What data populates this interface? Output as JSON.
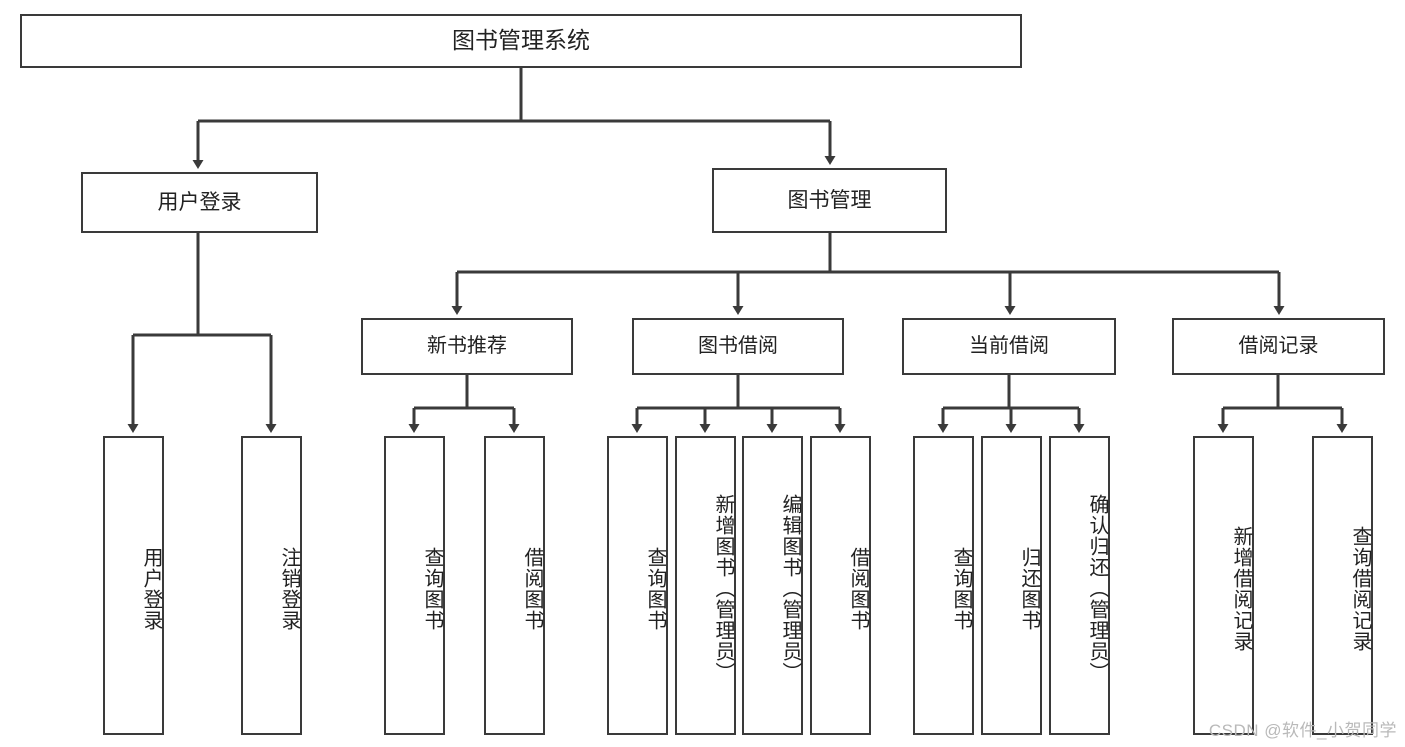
{
  "diagram": {
    "title": "图书管理系统",
    "type": "tree-hierarchy-chart",
    "root": {
      "id": "root",
      "label": "图书管理系统"
    },
    "level1": [
      {
        "id": "user-login",
        "label": "用户登录"
      },
      {
        "id": "book-management",
        "label": "图书管理"
      }
    ],
    "level2": [
      {
        "id": "new-book-recommend",
        "label": "新书推荐",
        "parent": "book-management"
      },
      {
        "id": "book-borrow",
        "label": "图书借阅",
        "parent": "book-management"
      },
      {
        "id": "current-borrow",
        "label": "当前借阅",
        "parent": "book-management"
      },
      {
        "id": "borrow-record",
        "label": "借阅记录",
        "parent": "book-management"
      }
    ],
    "leaves": [
      {
        "id": "leaf-user-login",
        "label": "用户登录",
        "parent": "user-login"
      },
      {
        "id": "leaf-logout-login",
        "label": "注销登录",
        "parent": "user-login"
      },
      {
        "id": "leaf-query-book-1",
        "label": "查询图书",
        "parent": "new-book-recommend"
      },
      {
        "id": "leaf-borrow-book-1",
        "label": "借阅图书",
        "parent": "new-book-recommend"
      },
      {
        "id": "leaf-query-book-2",
        "label": "查询图书",
        "parent": "book-borrow"
      },
      {
        "id": "leaf-add-book",
        "label": "新增图书（管理员）",
        "parent": "book-borrow"
      },
      {
        "id": "leaf-edit-book",
        "label": "编辑图书（管理员）",
        "parent": "book-borrow"
      },
      {
        "id": "leaf-borrow-book-2",
        "label": "借阅图书",
        "parent": "book-borrow"
      },
      {
        "id": "leaf-query-book-3",
        "label": "查询图书",
        "parent": "current-borrow"
      },
      {
        "id": "leaf-return-book",
        "label": "归还图书",
        "parent": "current-borrow"
      },
      {
        "id": "leaf-confirm-return",
        "label": "确认归还（管理员）",
        "parent": "current-borrow"
      },
      {
        "id": "leaf-add-record",
        "label": "新增借阅记录",
        "parent": "borrow-record"
      },
      {
        "id": "leaf-query-record",
        "label": "查询借阅记录",
        "parent": "borrow-record"
      }
    ]
  },
  "watermark": {
    "text": "CSDN @软件_小贺同学"
  },
  "colors": {
    "stroke": "#3a3a3a",
    "background": "#ffffff",
    "text": "#222222",
    "watermark": "#b9b9b9"
  }
}
